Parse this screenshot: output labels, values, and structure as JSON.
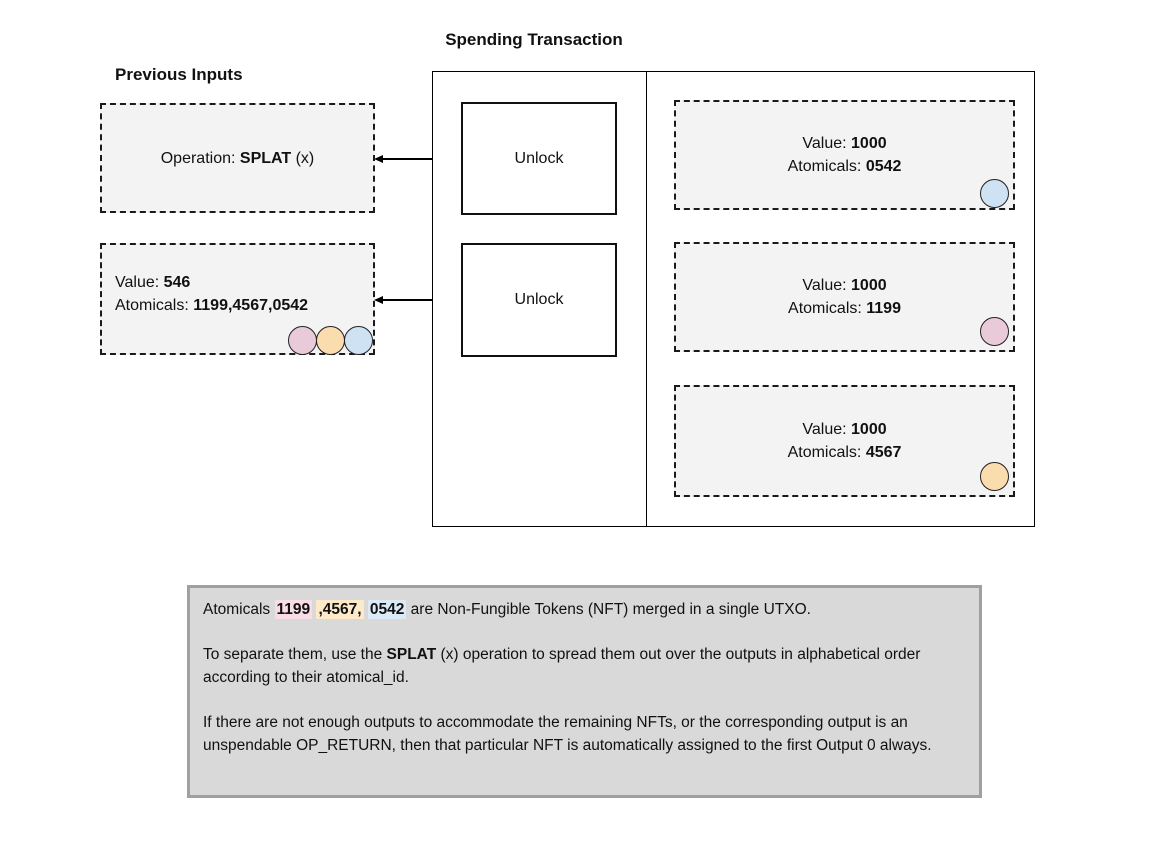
{
  "title": "Spending Transaction",
  "previous_inputs_label": "Previous Inputs",
  "input_op_box": {
    "prefix": "Operation: ",
    "operation": "SPLAT",
    "suffix": " (x)"
  },
  "input_value_box": {
    "value_label": "Value: ",
    "value": "546",
    "atomicals_label": "Atomicals: ",
    "atomicals": "1199,4567,0542",
    "dots": [
      {
        "id": "1199",
        "color": "#e9cad8",
        "style": "background-color:#e9cad8"
      },
      {
        "id": "4567",
        "color": "#fbdcae",
        "style": "background-color:#fbdcae"
      },
      {
        "id": "0542",
        "color": "#cfe2f3",
        "style": "background-color:#cfe2f3"
      }
    ]
  },
  "unlock_boxes": [
    {
      "label": "Unlock"
    },
    {
      "label": "Unlock"
    }
  ],
  "outputs": [
    {
      "value_label": "Value: ",
      "value": "1000",
      "atomicals_label": "Atomicals: ",
      "atomicals": "0542",
      "dot_color": "#cfe2f3",
      "dot_style": "background-color:#cfe2f3"
    },
    {
      "value_label": "Value: ",
      "value": "1000",
      "atomicals_label": "Atomicals: ",
      "atomicals": "1199",
      "dot_color": "#e9cad8",
      "dot_style": "background-color:#e9cad8"
    },
    {
      "value_label": "Value: ",
      "value": "1000",
      "atomicals_label": "Atomicals: ",
      "atomicals": "4567",
      "dot_color": "#fbdcae",
      "dot_style": "background-color:#fbdcae"
    }
  ],
  "note": {
    "p1": {
      "lead": "Atomicals ",
      "id1": "1199",
      "sep1": " ",
      "id2": ",4567,",
      "sep2": " ",
      "id3": "0542",
      "rest": " are Non-Fungible Tokens (NFT) merged in a single UTXO."
    },
    "p2": {
      "lead": "To separate them, use the ",
      "op": "SPLAT",
      "rest": " (x) operation to spread them out over the outputs in alphabetical order according to their atomical_id."
    },
    "p3": "If there are not enough outputs to accommodate the remaining NFTs, or the corresponding output is an unspendable OP_RETURN, then that particular NFT is automatically assigned to the first Output 0 always."
  },
  "colors": {
    "highlight_pink": "#f8dce6",
    "highlight_orange": "#fdeac9",
    "highlight_blue": "#dce9f7",
    "dashed_box_fill": "#f3f3f3",
    "note_background": "#d9d9d9",
    "note_border": "#a0a0a0"
  }
}
